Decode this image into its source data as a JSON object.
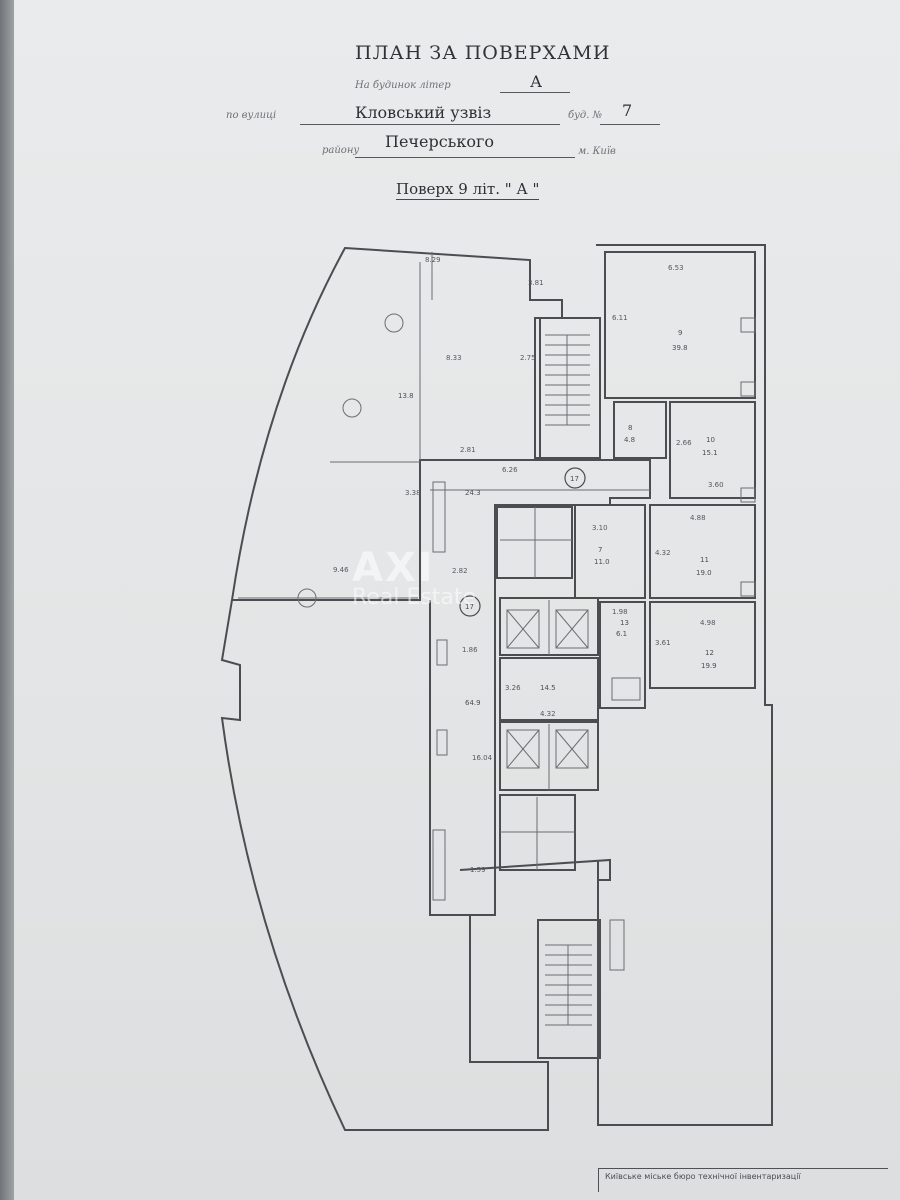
{
  "header": {
    "title": "ПЛАН ЗА ПОВЕРХАМИ",
    "building_label": "На будинок літер",
    "building_value": "А",
    "street_label": "по вулиці",
    "street_value": "Кловський узвіз",
    "number_label": "буд. №",
    "number_value": "7",
    "district_label": "району",
    "district_value": "Печерського",
    "city_suffix": "м. Київ",
    "floor_label": "Поверх 9 літ. \" А \""
  },
  "dimensions": {
    "d_8_29": "8.29",
    "d_2_81": "2.81",
    "d_8_33": "8.33",
    "d_2_75": "2.75",
    "d_3_81": "3.81",
    "d_6_26": "6.26",
    "d_3_38": "3.38",
    "d_9_46": "9.46",
    "d_2_82": "2.82",
    "d_1_86": "1.86",
    "d_16_04": "16.04",
    "d_1_59": "1.59",
    "d_6_53": "6.53",
    "d_6_11": "6.11",
    "d_2_66": "2.66",
    "d_3_60": "3.60",
    "d_3_10": "3.10",
    "d_4_88": "4.88",
    "d_4_32": "4.32",
    "d_1_98": "1.98",
    "d_4_98": "4.98",
    "d_3_61": "3.61",
    "d_3_26": "3.26",
    "d_4_32b": "4.32"
  },
  "rooms": {
    "r9_num": "9",
    "r9_area": "39.8",
    "r8_num": "8",
    "r8_area": "4.8",
    "r10_num": "10",
    "r10_area": "15.1",
    "r11_num": "11",
    "r11_area": "19.0",
    "r12_num": "12",
    "r12_area": "19.9",
    "r13_num": "13",
    "r13_area": "6.1",
    "r7_num": "7",
    "r7_area": "11.0",
    "r2_area": "13.8",
    "r16_area": "64.9",
    "r_stair_area": "14.5",
    "corridor_area": "24.3"
  },
  "markers": {
    "m17": "17",
    "m17b": "17"
  },
  "watermark": {
    "brand": "AXI",
    "sub": "Real Estate"
  },
  "stamp": {
    "text": "Київське міське бюро технічної інвентаризації"
  }
}
